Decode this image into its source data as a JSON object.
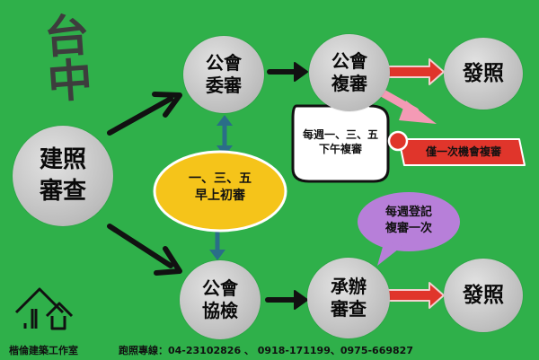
{
  "logo_text": "台中",
  "nodes": {
    "start": [
      "建照",
      "審查"
    ],
    "committee_review": [
      "公會",
      "委審"
    ],
    "committee_recheck": [
      "公會",
      "複審"
    ],
    "issue_top": [
      "發照"
    ],
    "joint_inspection": [
      "公會",
      "協檢"
    ],
    "case_review": [
      "承辦",
      "審查"
    ],
    "issue_bottom": [
      "發照"
    ]
  },
  "callouts": {
    "first_review": [
      "一、三、五",
      "早上初審"
    ],
    "recheck_schedule": [
      "每週一、三、五",
      "下午複審"
    ],
    "once_only": "僅一次機會複審",
    "registration": [
      "每週登記",
      "複審一次"
    ]
  },
  "footer": {
    "company": "楷倫建築工作室",
    "contact": "跑照專線：04-23102826 、 0918-171199、0975-669827"
  },
  "colors": {
    "background": "#2fb04a",
    "node": "#c9c9c9",
    "yellow_callout": "#f5c41a",
    "purple_callout": "#b77fd9",
    "red_label": "#e0352b",
    "double_arrow": "#2a6e88",
    "pink_arrow": "#f49ab5"
  }
}
